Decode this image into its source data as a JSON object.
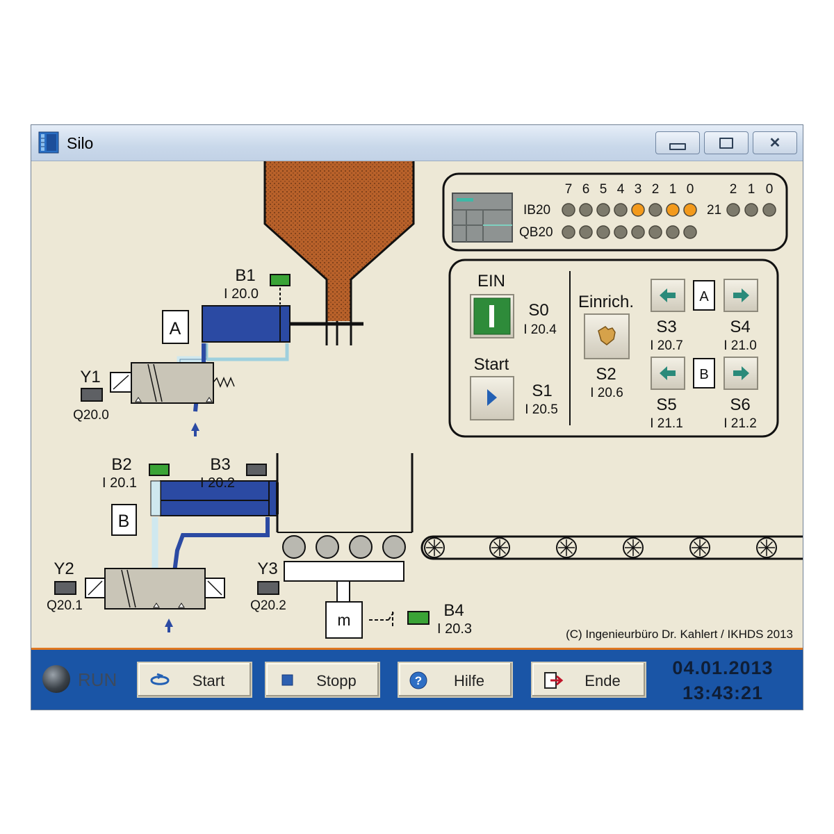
{
  "window": {
    "title": "Silo"
  },
  "plc_panel": {
    "ib_bits_top": [
      "7",
      "6",
      "5",
      "4",
      "3",
      "2",
      "1",
      "0"
    ],
    "ib_bits_right": [
      "2",
      "1",
      "0"
    ],
    "ib_label": "IB20",
    "ib_right_label": "21",
    "qb_label": "QB20",
    "ib20_states": [
      0,
      0,
      0,
      0,
      1,
      0,
      1,
      1
    ],
    "ib21_states": [
      0,
      0,
      0
    ],
    "qb20_states": [
      0,
      0,
      0,
      0,
      0,
      0,
      0,
      0
    ],
    "colors": {
      "on": "#f39a1c",
      "off": "#7d7a6c"
    }
  },
  "control_panel": {
    "ein_label": "EIN",
    "s0": {
      "name": "S0",
      "addr": "I 20.4"
    },
    "start_label": "Start",
    "s1": {
      "name": "S1",
      "addr": "I 20.5"
    },
    "einrich_label": "Einrich.",
    "s2": {
      "name": "S2",
      "addr": "I 20.6"
    },
    "cyl_a": "A",
    "cyl_b": "B",
    "s3": {
      "name": "S3",
      "addr": "I 20.7"
    },
    "s4": {
      "name": "S4",
      "addr": "I 21.0"
    },
    "s5": {
      "name": "S5",
      "addr": "I 21.1"
    },
    "s6": {
      "name": "S6",
      "addr": "I 21.2"
    }
  },
  "process": {
    "b1": {
      "name": "B1",
      "addr": "I 20.0",
      "state": "on"
    },
    "cyl_a_label": "A",
    "y1": {
      "name": "Y1",
      "addr": "Q20.0",
      "state": "off"
    },
    "b2": {
      "name": "B2",
      "addr": "I 20.1",
      "state": "on"
    },
    "b3": {
      "name": "B3",
      "addr": "I 20.2",
      "state": "off"
    },
    "cyl_b_label": "B",
    "y2": {
      "name": "Y2",
      "addr": "Q20.1",
      "state": "off"
    },
    "y3": {
      "name": "Y3",
      "addr": "Q20.2",
      "state": "off"
    },
    "motor_label": "m",
    "b4": {
      "name": "B4",
      "addr": "I 20.3",
      "state": "on"
    },
    "copyright": "(C) Ingenieurbüro Dr. Kahlert / IKHDS 2013"
  },
  "footer": {
    "run_label": "RUN",
    "start_label": "Start",
    "stop_label": "Stopp",
    "help_label": "Hilfe",
    "end_label": "Ende",
    "date": "04.01.2013",
    "time": "13:43:21"
  },
  "theme": {
    "accent": "#1a55a6",
    "panel_bg": "#ede8d6",
    "cylinder_blue": "#2b4aa3",
    "silo_brown": "#b8612a"
  }
}
